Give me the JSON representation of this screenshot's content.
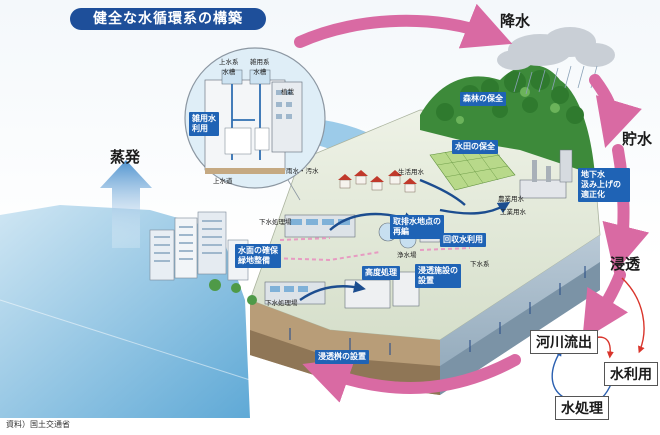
{
  "title": "健全な水循環系の構築",
  "cycle": {
    "precipitation": "降水",
    "storage": "貯水",
    "infiltration": "浸透",
    "runoff": "河川流出",
    "water_use": "水利用",
    "treatment": "水処理",
    "evaporation": "蒸発"
  },
  "labels": {
    "forest": "森林の保全",
    "paddy": "水田の保全",
    "groundwater": "地下水\n汲み上げの\n適正化",
    "intake": "取排水地点の\n再編",
    "recycled": "回収水利用",
    "greening": "水面の確保\n緑地整備",
    "advanced": "高度処理",
    "facility": "浸透施設の\n設置",
    "trench": "浸透桝の設置",
    "misc_use": "雑用水\n利用"
  },
  "small_text": {
    "tank_upper": "上水系\n水槽",
    "tank_misc": "雑用系\n水槽",
    "filter": "植栽",
    "domestic": "生活用水",
    "agri": "農業用水",
    "industrial": "工業用水",
    "sewage1": "下水処理場",
    "sewage2": "下水処理場",
    "purification": "浄水場",
    "sewer": "下水系",
    "tap": "上水道",
    "rain_sewer": "雨水・汚水"
  },
  "source": "資料）国土交通省",
  "colors": {
    "cycle_arrow": "#d96aa3",
    "blue_label": "#1f63b5",
    "title_bg": "#1e4f9a",
    "red_arrow": "#d9342b",
    "blue_arrow": "#2a5fb0"
  }
}
